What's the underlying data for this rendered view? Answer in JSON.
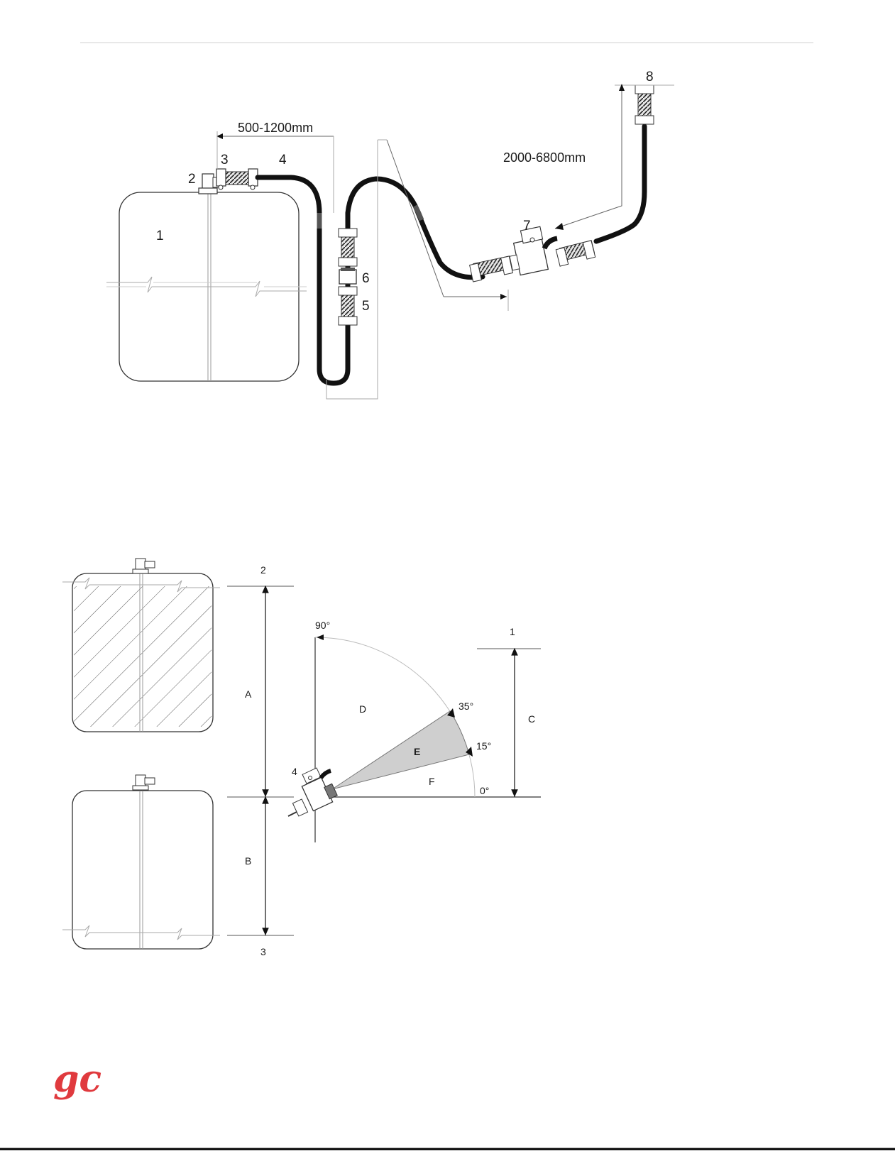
{
  "installation_diagram": {
    "labels": {
      "n1": "1",
      "n2": "2",
      "n3": "3",
      "n4": "4",
      "n5": "5",
      "n6": "6",
      "n7": "7",
      "n8": "8"
    },
    "dimension_tank_to_loop": "500-1200mm",
    "dimension_sensor_to_top": "2000-6800mm"
  },
  "angle_diagram": {
    "labels": {
      "a": "A",
      "b": "B",
      "c": "C",
      "d": "D",
      "e": "E",
      "f": "F",
      "n1": "1",
      "n2": "2",
      "n3": "3",
      "n4": "4"
    },
    "angles": {
      "deg90": "90°",
      "deg35": "35°",
      "deg15": "15°",
      "deg0": "0°"
    }
  },
  "footer": {
    "logo_text": "gc",
    "brand_color": "#e03a3e"
  },
  "colors": {
    "line": "#1a1a1a",
    "hose": "#111111",
    "thin": "#9a9a9a",
    "sector": "#cfcfcf",
    "bottom_rule": "#000000"
  }
}
